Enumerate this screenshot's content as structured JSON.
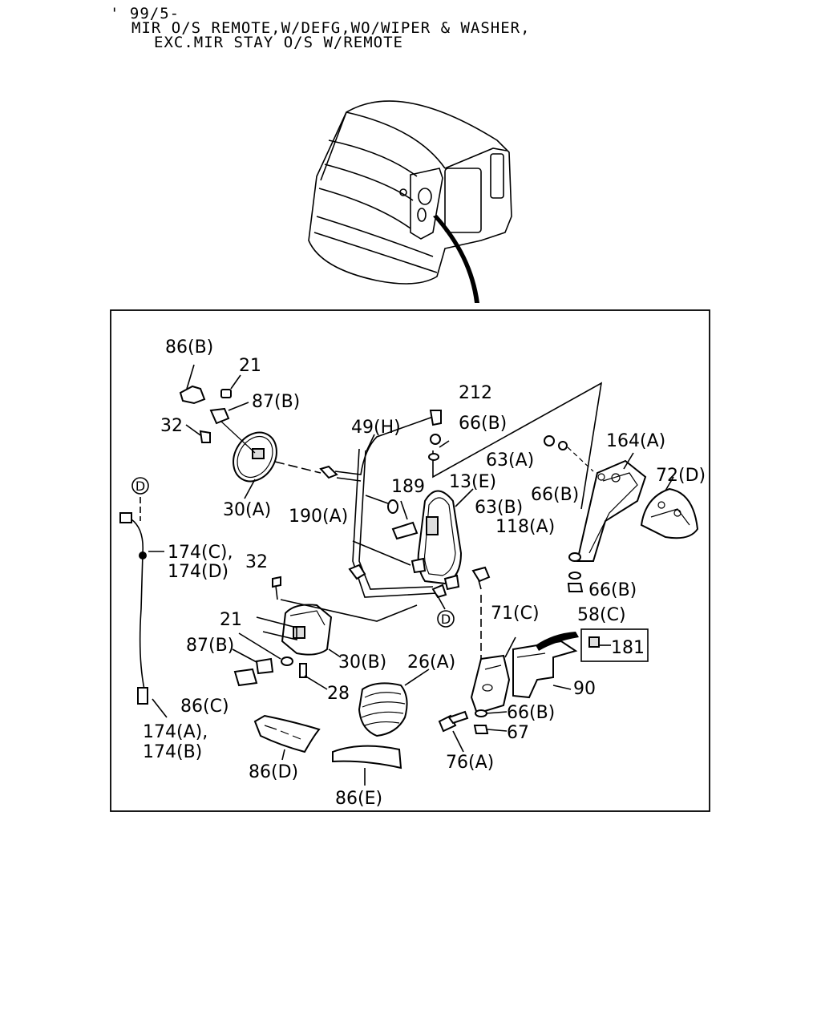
{
  "header": {
    "line1": "' 99/5-",
    "line2": "MIR O/S REMOTE,W/DEFG,WO/WIPER & WASHER,",
    "line3": "EXC.MIR STAY O/S W/REMOTE"
  },
  "callouts": {
    "c86B": "86(B)",
    "c21a": "21",
    "c87Ba": "87(B)",
    "c32a": "32",
    "c30A": "30(A)",
    "c49H": "49(H)",
    "c212": "212",
    "c66Ba": "66(B)",
    "c189": "189",
    "c13E": "13(E)",
    "c63A": "63(A)",
    "c164A": "164(A)",
    "c72D": "72(D)",
    "c66Bb": "66(B)",
    "c190A": "190(A)",
    "c63B": "63(B)",
    "c118A": "118(A)",
    "c174C": "174(C),",
    "c174D": "174(D)",
    "c32b": "32",
    "c66Bc": "66(B)",
    "c58C": "58(C)",
    "c21b": "21",
    "c87Bb": "87(B)",
    "c30B": "30(B)",
    "c26A": "26(A)",
    "c71C": "71(C)",
    "c181": "181",
    "c28": "28",
    "c86C": "86(C)",
    "c90": "90",
    "c66Bd": "66(B)",
    "c67": "67",
    "c174A": "174(A),",
    "c174B": "174(B)",
    "c86D": "86(D)",
    "c76A": "76(A)",
    "c86E": "86(E)"
  },
  "connectors": {
    "d1": "D",
    "d2": "D"
  }
}
